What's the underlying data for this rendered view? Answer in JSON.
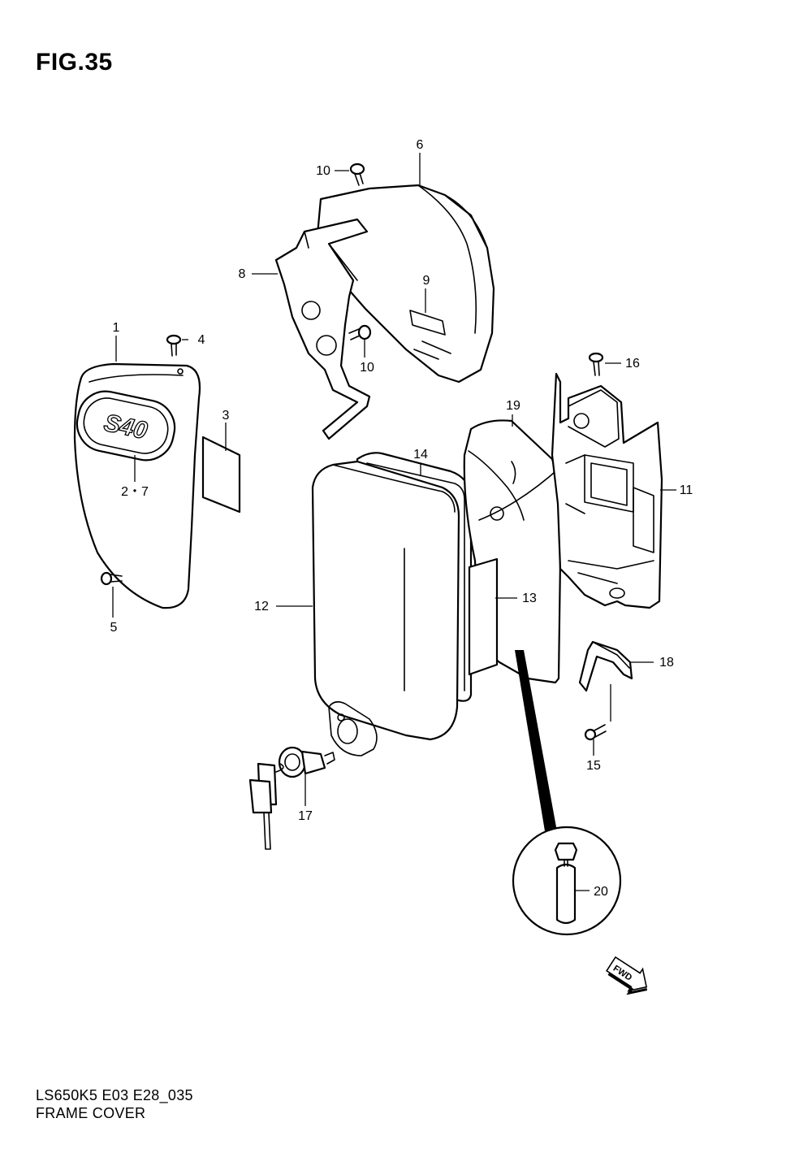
{
  "figure": {
    "title": "FIG.35"
  },
  "callouts": {
    "p1": "1",
    "p2_7": "2・7",
    "p3": "3",
    "p4": "4",
    "p5": "5",
    "p6": "6",
    "p8": "8",
    "p9": "9",
    "p10a": "10",
    "p10b": "10",
    "p11": "11",
    "p12": "12",
    "p13": "13",
    "p14": "14",
    "p15": "15",
    "p16": "16",
    "p17": "17",
    "p18": "18",
    "p19": "19",
    "p20": "20"
  },
  "emblem_text": "S40",
  "direction_label": "FWD",
  "footer": {
    "model_code": "LS650K5 E03 E28_035",
    "caption": "FRAME COVER"
  }
}
